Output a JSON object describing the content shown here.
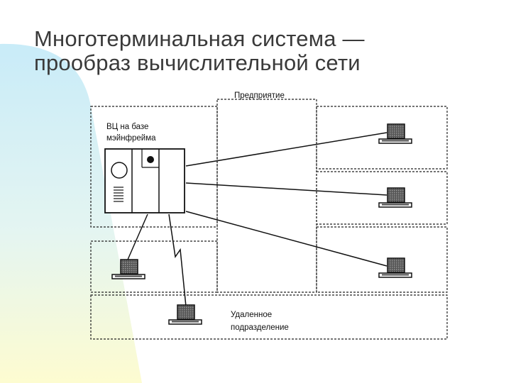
{
  "slide": {
    "title_line1": "Многотерминальная система —",
    "title_line2": "прообраз вычислительной сети"
  },
  "diagram": {
    "enterprise_label": "Предприятие",
    "computing_center_label_line1": "ВЦ на базе",
    "computing_center_label_line2": "мэйнфрейма",
    "remote_unit_label_line1": "Удаленное",
    "remote_unit_label_line2": "подразделение"
  },
  "colors": {
    "background_accent": "#bfe8f7",
    "background_accent2": "#fdfbc8",
    "title_text": "#3a3a3a"
  }
}
